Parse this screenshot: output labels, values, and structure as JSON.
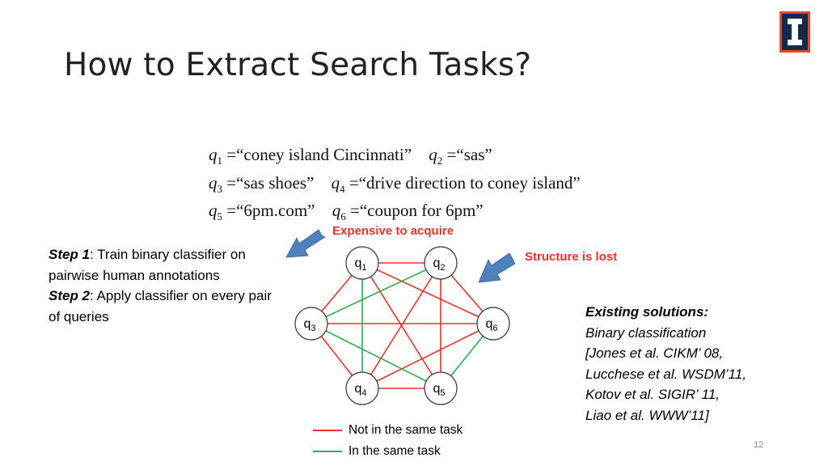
{
  "slide": {
    "title": "How to Extract Search Tasks?",
    "page_number": "12"
  },
  "definitions": [
    [
      {
        "q": "q",
        "sub": "1",
        "text": " =“coney island Cincinnati”"
      },
      {
        "q": "q",
        "sub": "2",
        "text": " =“sas”"
      }
    ],
    [
      {
        "q": "q",
        "sub": "3",
        "text": " =“sas shoes”"
      },
      {
        "q": "q",
        "sub": "4",
        "text": " =“drive direction to coney island”"
      }
    ],
    [
      {
        "q": "q",
        "sub": "5",
        "text": " =“6pm.com”"
      },
      {
        "q": "q",
        "sub": "6",
        "text": " =“coupon for 6pm”"
      }
    ]
  ],
  "steps": {
    "step1_label": "Step 1",
    "step1_text": ": Train binary classifier on pairwise human annotations",
    "step2_label": "Step 2",
    "step2_text": ": Apply classifier on every pair of queries"
  },
  "annotations": {
    "expensive": "Expensive to acquire",
    "structure": "Structure is lost"
  },
  "existing": {
    "heading": "Existing solutions:",
    "lines": [
      "Binary classification",
      "[Jones et al. CIKM’ 08,",
      "Lucchese et al. WSDM’11,",
      "Kotov et al. SIGIR’ 11,",
      "Liao et al. WWW’11]"
    ]
  },
  "graph": {
    "nodes": [
      {
        "id": "q1",
        "base": "q",
        "sub": "1"
      },
      {
        "id": "q2",
        "base": "q",
        "sub": "2"
      },
      {
        "id": "q3",
        "base": "q",
        "sub": "3"
      },
      {
        "id": "q4",
        "base": "q",
        "sub": "4"
      },
      {
        "id": "q5",
        "base": "q",
        "sub": "5"
      },
      {
        "id": "q6",
        "base": "q",
        "sub": "6"
      }
    ],
    "edges_not_same_task": [
      [
        "q1",
        "q2"
      ],
      [
        "q1",
        "q5"
      ],
      [
        "q1",
        "q6"
      ],
      [
        "q2",
        "q4"
      ],
      [
        "q2",
        "q5"
      ],
      [
        "q2",
        "q6"
      ],
      [
        "q3",
        "q1"
      ],
      [
        "q3",
        "q4"
      ],
      [
        "q3",
        "q6"
      ],
      [
        "q4",
        "q5"
      ],
      [
        "q4",
        "q6"
      ]
    ],
    "edges_same_task": [
      [
        "q1",
        "q4"
      ],
      [
        "q2",
        "q3"
      ],
      [
        "q3",
        "q5"
      ],
      [
        "q5",
        "q6"
      ]
    ]
  },
  "legend": [
    {
      "label": "Not in the same task",
      "color": "#e8332a"
    },
    {
      "label": "In the same task",
      "color": "#2ead4b"
    }
  ],
  "colors": {
    "red_edge": "#e8332a",
    "green_edge": "#2ead4b",
    "arrow_blue": "#4f81bd",
    "logo_navy": "#13294b",
    "logo_orange": "#e84a27"
  }
}
